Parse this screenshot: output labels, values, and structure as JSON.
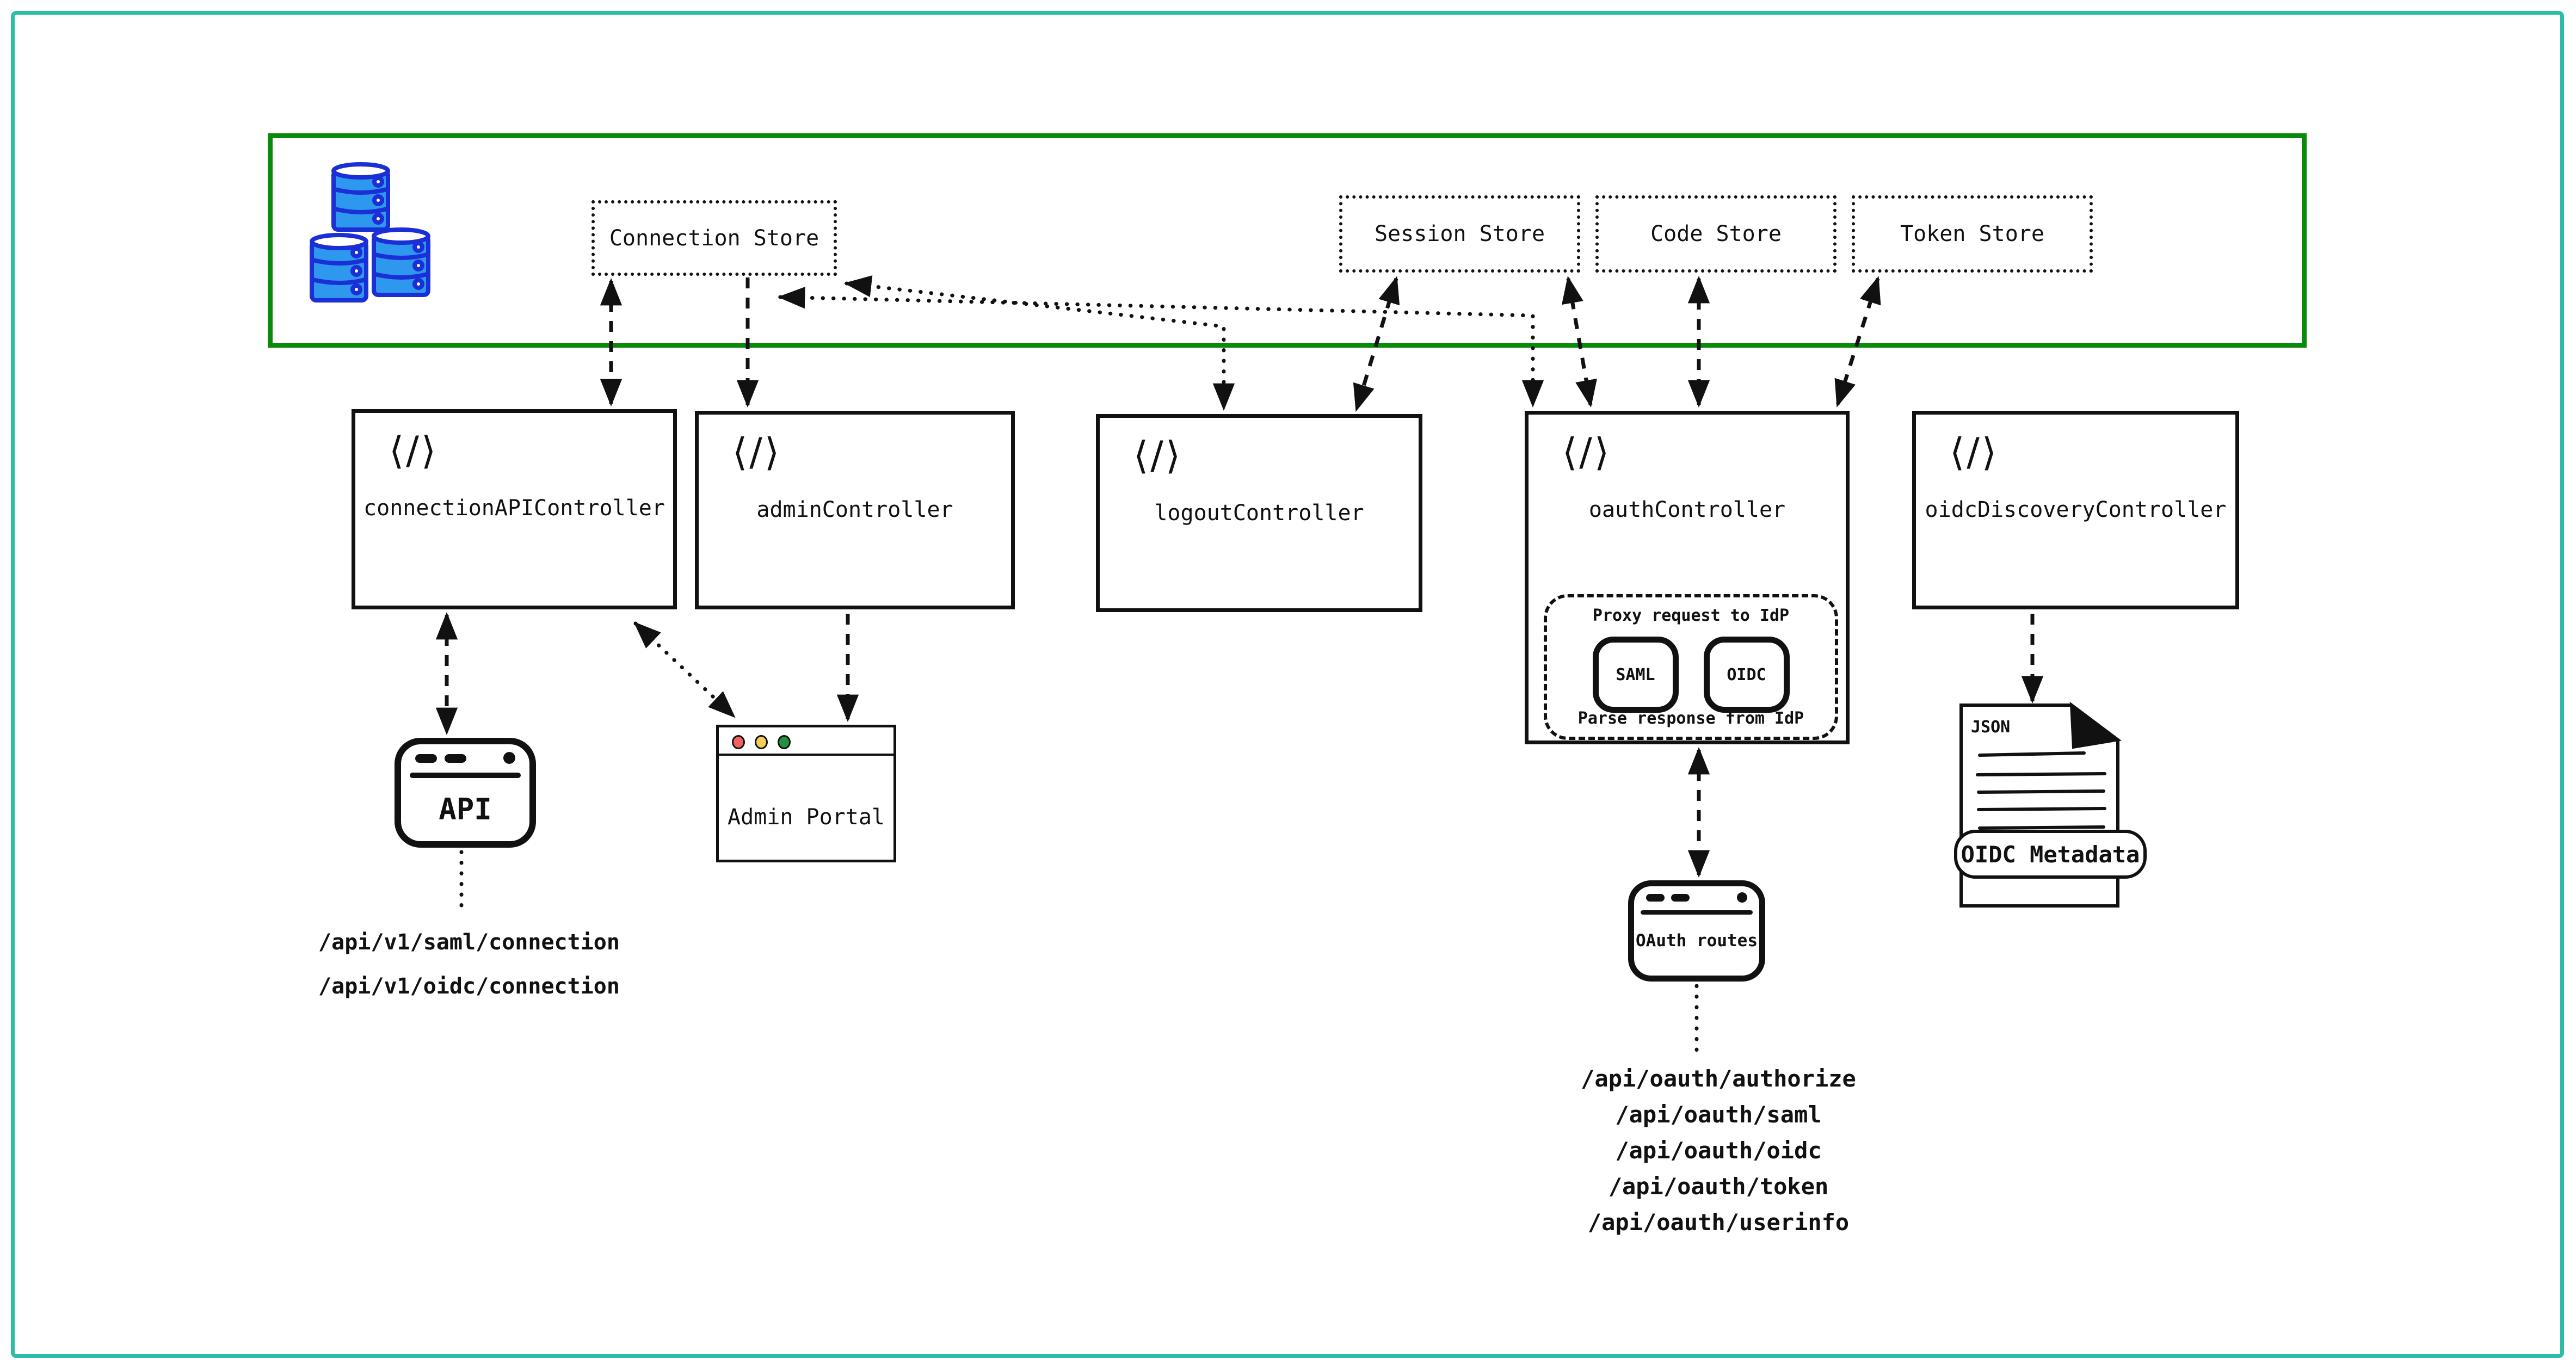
{
  "stores": {
    "items": [
      {
        "label": "Connection Store"
      },
      {
        "label": "Session Store"
      },
      {
        "label": "Code Store"
      },
      {
        "label": "Token Store"
      }
    ]
  },
  "controllers": {
    "code_icon": "⟨/⟩",
    "items": [
      {
        "label": "connectionAPIController"
      },
      {
        "label": "adminController"
      },
      {
        "label": "logoutController"
      },
      {
        "label": "oauthController"
      },
      {
        "label": "oidcDiscoveryController"
      }
    ]
  },
  "oauth_proxy": {
    "title": "Proxy request to IdP",
    "footer": "Parse response from IdP",
    "protocols": [
      {
        "label": "SAML"
      },
      {
        "label": "OIDC"
      }
    ]
  },
  "api_client": {
    "label": "API",
    "endpoints": [
      "/api/v1/saml/connection",
      "/api/v1/oidc/connection"
    ]
  },
  "admin_portal": {
    "label": "Admin Portal"
  },
  "oauth_routes": {
    "label": "OAuth routes",
    "endpoints": [
      "/api/oauth/authorize",
      "/api/oauth/saml",
      "/api/oauth/oidc",
      "/api/oauth/token",
      "/api/oauth/userinfo"
    ]
  },
  "oidc_metadata": {
    "file_type": "JSON",
    "label": "OIDC Metadata"
  },
  "colors": {
    "frame_teal": "#2cbda6",
    "zone_green": "#0a8a0a",
    "ink": "#111111",
    "db_fill": "#2e97ee",
    "db_stroke": "#1b2fd6",
    "traffic_red": "#f0615f",
    "traffic_yellow": "#f5ce56",
    "traffic_green": "#23903c"
  }
}
